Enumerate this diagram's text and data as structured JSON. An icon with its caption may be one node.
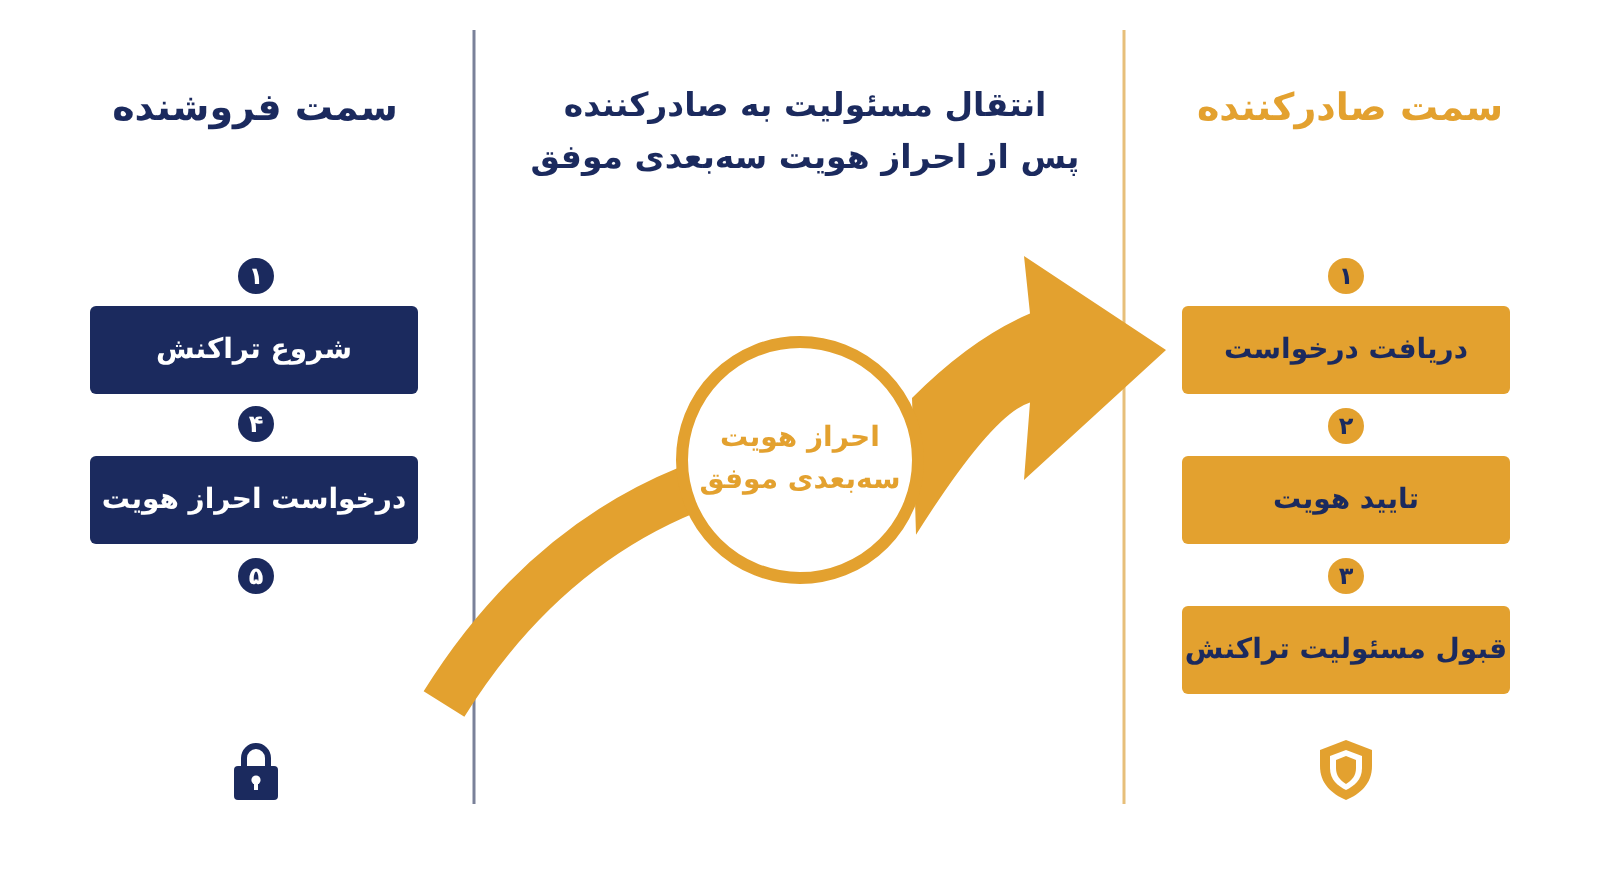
{
  "diagram": {
    "nodes": [
      {
        "text": [
          "۱"
        ]
      },
      {
        "text": [
          "شروع تراکنش"
        ]
      },
      {
        "text": [
          "۴"
        ]
      },
      {
        "text": [
          "درخواست احراز هویت"
        ]
      },
      {
        "text": [
          "۵"
        ]
      },
      {
        "text": [
          "احراز هویت سه‌بعدی موفق"
        ]
      },
      {
        "text": [
          "۱"
        ]
      },
      {
        "text": [
          "دریافت درخواست"
        ]
      },
      {
        "text": [
          "۲"
        ]
      },
      {
        "text": [
          "تایید هویت"
        ]
      },
      {
        "text": [
          "۳"
        ]
      },
      {
        "text": [
          "قبول مسئولیت تراکنش"
        ]
      }
    ],
    "edges": [
      {
        "from": null,
        "to": 5,
        "arrow": "none"
      },
      {
        "from": 5,
        "to": 7,
        "arrow": "to"
      }
    ],
    "labels": [
      "سمت فروشنده",
      "انتقال مسئولیت به صادرکننده پس از احراز هویت سه‌بعدی موفق",
      "سمت صادرکننده"
    ]
  }
}
